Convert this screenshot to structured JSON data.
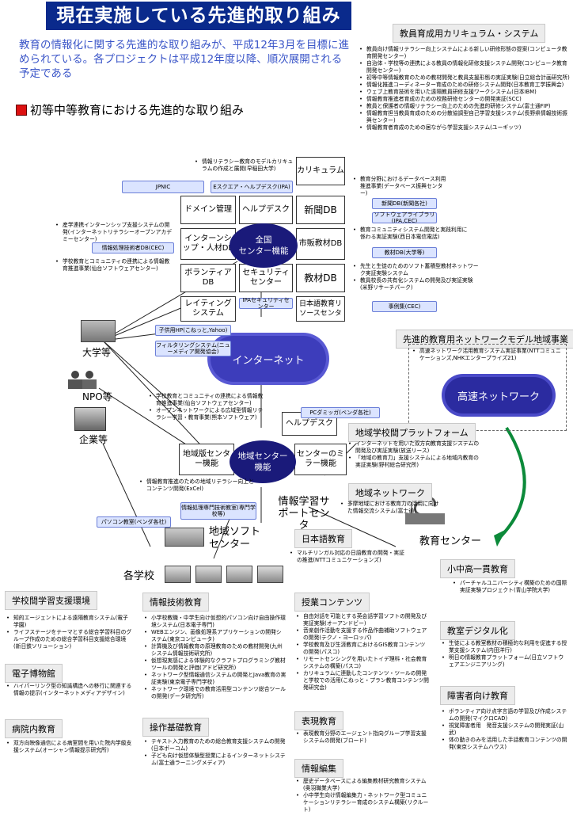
{
  "title": "現在実施している先進的取り組み",
  "intro": "教育の情報化に関する先進的な取り組みが、平成12年3月を目標に進められている。各プロジェクトは平成12年度以降、順次展開される予定である",
  "section_heading": "初等中等教育における先進的な取り組み",
  "curriculum": {
    "title": "教員育成用カリキュラム・システム",
    "items": [
      "教員向け情報リテラシー向上システムによる新しい研修形態の提案(コンピュータ教育開発センター)",
      "自治体・学校等の連携による教員の情報化研修支援システム開発(コンピュータ教育開発センター)",
      "初等中等情報教育のための教材開発と教員支援形態の実証実験(日立総合計画研究所)",
      "情報化推進コーディネーター育成のための研修システム開発(日本教育工学振興会)",
      "ウェブ上教育技術を用いた遠隔教員研修支援ワークシステム(日本IBM)",
      "情報教育推進者育成のための校務研修センターの開発実証(SCC)",
      "教員と保護者の情報リテラシー向上のための先進的研修システム(富士通FIP)",
      "情報教育担当教員育成のための分散協調型自己学習支援システム(長野県情報技術振興センター)",
      "情報教育者育成のための居ながら学習支援システム(ユーギッツ)"
    ]
  },
  "center": {
    "national_hub": "全国\nセンター機能",
    "regional_hub": "地域センター\n機能",
    "internet": "インターネット",
    "highspeed": "高速ネットワーク"
  },
  "nodes": {
    "curriculum_box": "カリキュラム",
    "domain": "ドメイン管理",
    "helpdesk": "ヘルプデスク",
    "news_db": "新聞DB",
    "intern_db": "インターンシップ・人材DB",
    "market_db": "市販教材DB",
    "volunteer_db": "ボランティアDB",
    "security": "セキュリティセンター",
    "material_db": "教材DB",
    "rating": "レイティングシステム",
    "jp_resource": "日本語教育リソースセンタ",
    "regional_server": "地域版センター機能",
    "mirror": "センターのミラー機能",
    "helpdesk2": "ヘルプデスク",
    "info_support": "情報学習サポートセンタ",
    "regional_soft": "地域ソフトセンター",
    "edu_center": "教育センター",
    "schools": "各学校",
    "university": "大学等",
    "npo": "NPO等",
    "company": "企業等"
  },
  "tags": {
    "jpnic": "JPNIC",
    "esquare": "Eスクエア・ヘルプデスク(IPA)",
    "news_center": "新聞DB(新聞各社)",
    "software_lib": "ソフトウェアライブラリ(IPA,CEC)",
    "info_material": "情報処理技術者DB(CEC)",
    "material_univ": "教材DB(大学等)",
    "ipa_sec": "IPAセキュリティセンター",
    "case_db": "事例集(CEC)",
    "child_hp": "子供用HP(こねっと,Yahoo)",
    "filtering": "フィルタリングシステム(ニューメディア開発協会)",
    "pc_doc": "PCダミッガ(ベンダ各社)",
    "pc_class": "パソコン教室(ベンダ各社)",
    "it_class": "情報処理専門技術教室(専門学校等)"
  },
  "notes": {
    "n1": "情報リテラシー教育のモデルカリキュラムの作成と展開(早稲田大学)",
    "n2": "教育分野におけるデータベース利用推進事業(データベース振興センター)",
    "n3": "産学連携インターンシップ支援システムの開発(インターネットリテラシーオープンアカデミーセンター)",
    "n4": "教育コミュニティシステム開発と実践利用に係わる実証実験(西日本電信電話)",
    "n5": "学校教育とコミュニティの連携による情報教育推進事業(仙台ソフトウェアセンター)",
    "n6": "先生と生徒のためのソフト蓄積型教材ネットワーク実証実験システム",
    "n7": "教員校長の共有化システムの開発及び実証実験(米野リサーチパーク)",
    "n8": "学校教育とコミュニティの連携による情報教育推進事業(仙台ソフトウェアセンター)",
    "n9": "オープンネットワークによる広域型情報リテラシー学習・教育事業(熊本ソフトウェア)",
    "n10": "情報教育推進のための地域リテラシー向上とコンテンツ開発(ExCel)",
    "n11": "マルチリンガル対応の日語教育の開発・実証の推進(NTTコミュニケーションズ)"
  },
  "advanced_net": {
    "title": "先進的教育用ネットワークモデル地域事業",
    "items": [
      "高速ネットワーク活用教育システム実証事業(NTTコミュニケーションズ,NHKエンタープライズ21)"
    ]
  },
  "regional_platform": {
    "title": "地域学校間プラットフォーム",
    "items": [
      "インターネットを用いた双方向教育支援システムの開発及び実証実験(放送リース)",
      "「地域の教育力」支援システムによる地域内教育の実証実験(野村総合研究所)"
    ]
  },
  "regional_network": {
    "title": "地域ネットワーク",
    "items": [
      "多摩地域における教育力の活用に向けた情報交流システム(富士通)"
    ]
  },
  "japanese_edu": {
    "title": "日本語教育"
  },
  "integrated": {
    "title": "小中高一貫教育",
    "items": [
      "パーチャルユニバーシティ構築のための国際実証実験プロジェクト(青山学院大学)"
    ]
  },
  "school_support": {
    "title": "学校間学習支援環境",
    "items": [
      "知的エージェントによる遠隔教育システム(電子学園)",
      "ライフステージをテーマとする総合学習科目のグループ作成のための総合学習科目支援総合環境(新日鉄ソリューション)"
    ]
  },
  "e_museum": {
    "title": "電子博物館",
    "items": [
      "ハイパーリンク型の知識構造への移行に関連する情報の提示(インターネットメディアデザイン)"
    ]
  },
  "hospital": {
    "title": "病院内教育",
    "items": [
      "双方向映像通信による病室間を用いた院内学級支援システム(オーシャン情報提示研究所)"
    ]
  },
  "it_edu": {
    "title": "情報技術教育",
    "items": [
      "小学校教職・中学生向け仮想的パソコン向け自由操作環境システム(日本電子専門)",
      "WEBエンジン、画像処理系アプリケーションの開発システム(東京コンピュータ)",
      "計算機及び情報教育の原理教育のための教材開発(九州システム情報技術研究所)",
      "仮想現実感による体験的なクラフトプログラミング教材ツールの開発と評価(アドビ研究所)",
      "ネットワーク型情報通信システムの開発とJava教育の実証実験(東京電子専門学校)",
      "ネットワーク環境での教育活用型コンテンツ総合ツールの開発(データ研究所)"
    ]
  },
  "ops_edu": {
    "title": "操作基礎教育",
    "items": [
      "テキスト入力教育のための総合教育支援システムの開発(日本ポーコム)",
      "子ども向け仮想体験型授業によるインターネットシステム(富士通ラーニングメディア)"
    ]
  },
  "content": {
    "title": "授業コンテンツ",
    "items": [
      "自由対話を可能とする英会話学習ソフトの開発及び実証実験(オーアンドビー)",
      "音楽創作活動を支援する作品作曲補助ソフトウェアの開発(テクノ・ヨーロッパ)",
      "学校教育及び生涯教育におけるGIS教育コンテンツの開発(パスコ)",
      "リモートセンシングを用いたトイデ理科・社会教育システムの構築(パスコ)",
      "カリキュラムに連動したコンテンツ・ツールの開発と学校での活用(こねっと・プラン教育コンテンツ開発研究会)"
    ]
  },
  "expression": {
    "title": "表現教育",
    "items": [
      "表現教育分野のエージェント指向グループ学習支援システムの開発(ブロード)"
    ]
  },
  "info_edit": {
    "title": "情報編集",
    "items": [
      "歴史データベースによる編集教材研究教育システム(奥羽職業大学)",
      "小中学生向け情報編集力・ネットワーク型コミュニケーションリテラシー育成のシステム構築(リクルート)"
    ]
  },
  "digital": {
    "title": "教室デジタル化",
    "items": [
      "生徒による教室教材の積極的な利用を促進する授業支援システム(内田洋行)",
      "明日の情報教育プラットフォーム(日立ソフトウェアエンジニアリング)"
    ]
  },
  "disabled": {
    "title": "障害者向け教育",
    "items": [
      "ボランティア向け点字言語の学習及び作成システムの開発(マイクロCAD)",
      "視覚障害者用　発音支援システムの開発実証(山武)",
      "体の動きのみを活用した手話教育コンテンツの開発(東京システムハウス)"
    ]
  },
  "colors": {
    "title_bg": "#0a2a8c",
    "hub": "#1a1a7a",
    "accent": "#3a55c8"
  }
}
